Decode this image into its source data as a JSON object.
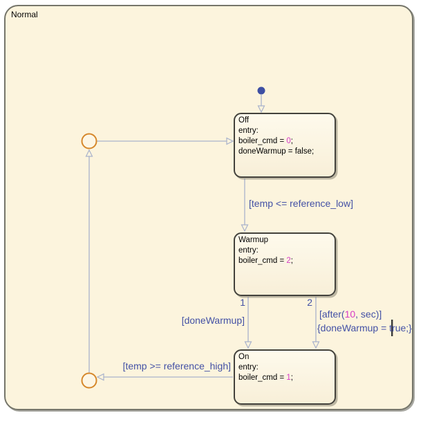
{
  "colors": {
    "canvas_background": "#FFFFFF",
    "superstate_fill": "#FCF4DD",
    "superstate_border": "#75756A",
    "state_fill_top": "#FEFAEC",
    "state_fill_bottom": "#F8EFD8",
    "state_border": "#43423C",
    "state_text": "#000000",
    "number_literal": "#D73BC7",
    "transition_line": "#A8B2CB",
    "transition_label": "#4351A5",
    "junction_stroke": "#D6882B",
    "initial_dot": "#3E4FA3",
    "text_cursor": "#3A3A3A"
  },
  "diagram": {
    "outer_state": {
      "name": "Normal"
    },
    "states": {
      "off": {
        "title": "Off",
        "entry_label": "entry:",
        "code1_pre": "boiler_cmd = ",
        "code1_num": "0",
        "code1_post": ";",
        "code2": "doneWarmup = false;"
      },
      "warmup": {
        "title": "Warmup",
        "entry_label": "entry:",
        "code1_pre": "boiler_cmd = ",
        "code1_num": "2",
        "code1_post": ";"
      },
      "on": {
        "title": "On",
        "entry_label": "entry:",
        "code1_pre": "boiler_cmd = ",
        "code1_num": "1",
        "code1_post": ";"
      }
    },
    "transitions": {
      "off_to_warmup": {
        "condition": "[temp <= reference_low]"
      },
      "warmup_to_on_left": {
        "order": "1",
        "condition": "[doneWarmup]"
      },
      "warmup_to_on_right": {
        "order": "2",
        "condition_pre": "[after(",
        "condition_num": "10",
        "condition_post": ", sec)]",
        "action": "{doneWarmup = true;}"
      },
      "on_to_off": {
        "condition": "[temp >= reference_high]"
      }
    }
  }
}
